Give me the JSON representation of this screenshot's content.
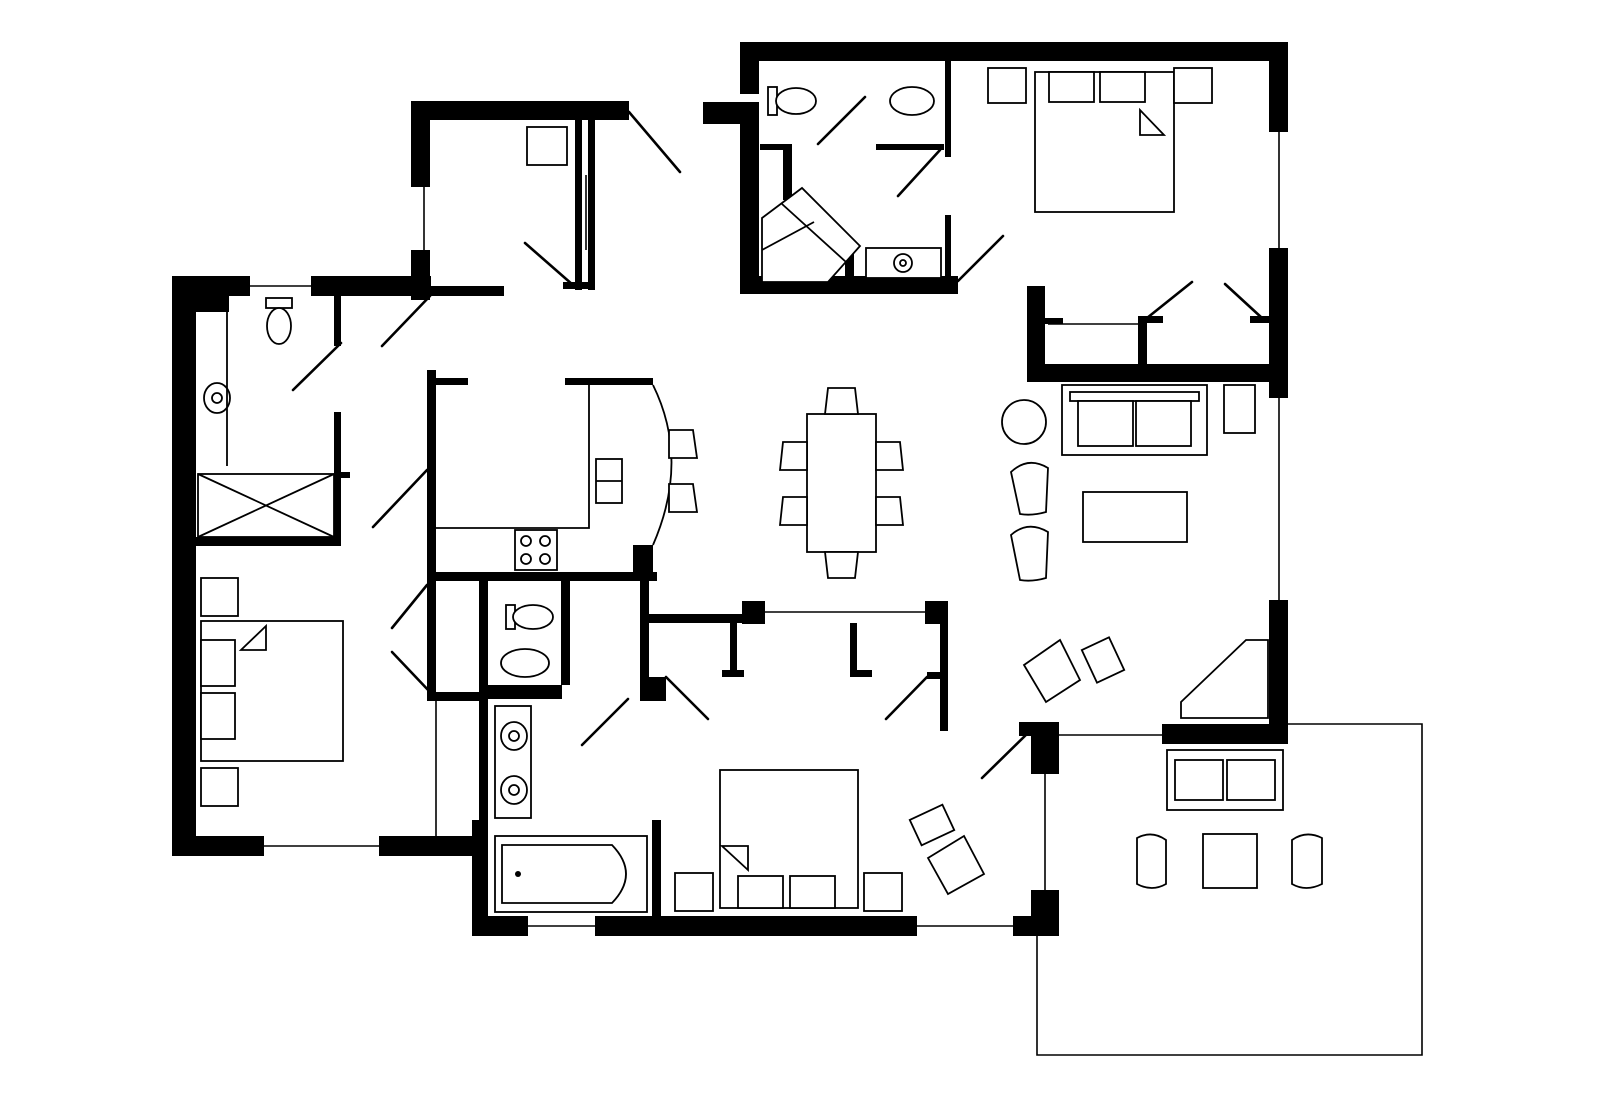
{
  "plan": {
    "kind": "floor-plan",
    "rooms": [
      {
        "id": "master-bedroom"
      },
      {
        "id": "master-bath"
      },
      {
        "id": "master-closets"
      },
      {
        "id": "entry-closet"
      },
      {
        "id": "hall-bath"
      },
      {
        "id": "bedroom-west"
      },
      {
        "id": "kitchen"
      },
      {
        "id": "dining"
      },
      {
        "id": "living"
      },
      {
        "id": "half-bath"
      },
      {
        "id": "bedroom-south"
      },
      {
        "id": "bath-south"
      },
      {
        "id": "patio"
      }
    ]
  }
}
